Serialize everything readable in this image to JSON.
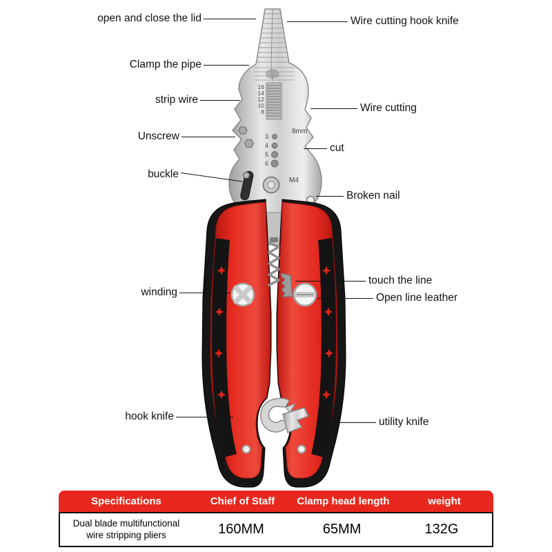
{
  "labels": {
    "left": [
      "open and close the lid",
      "Clamp the pipe",
      "strip wire",
      "Unscrew",
      "buckle",
      "winding",
      "hook knife"
    ],
    "right": [
      "Wire cutting hook knife",
      "Wire cutting",
      "cut",
      "Broken nail",
      "touch the line",
      "Open line leather",
      "utility knife"
    ]
  },
  "tool_markings": {
    "wire_gauges": [
      "16",
      "14",
      "12",
      "10",
      "8"
    ],
    "hole_sizes": [
      "3",
      "4",
      "5",
      "6"
    ],
    "blade_width": "8mm",
    "screw_size": "M4"
  },
  "spec_table": {
    "headers": [
      "Specifications",
      "Chief of Staff",
      "Clamp head length",
      "weight"
    ],
    "values": [
      "Dual blade multifunctional wire stripping pliers",
      "160MM",
      "65MM",
      "132G"
    ]
  },
  "colors": {
    "handle_red": "#e5291f",
    "handle_black": "#161616",
    "steel_gray": "#cfcfcf",
    "table_header_red": "#e8281e",
    "label_text": "#111111"
  }
}
